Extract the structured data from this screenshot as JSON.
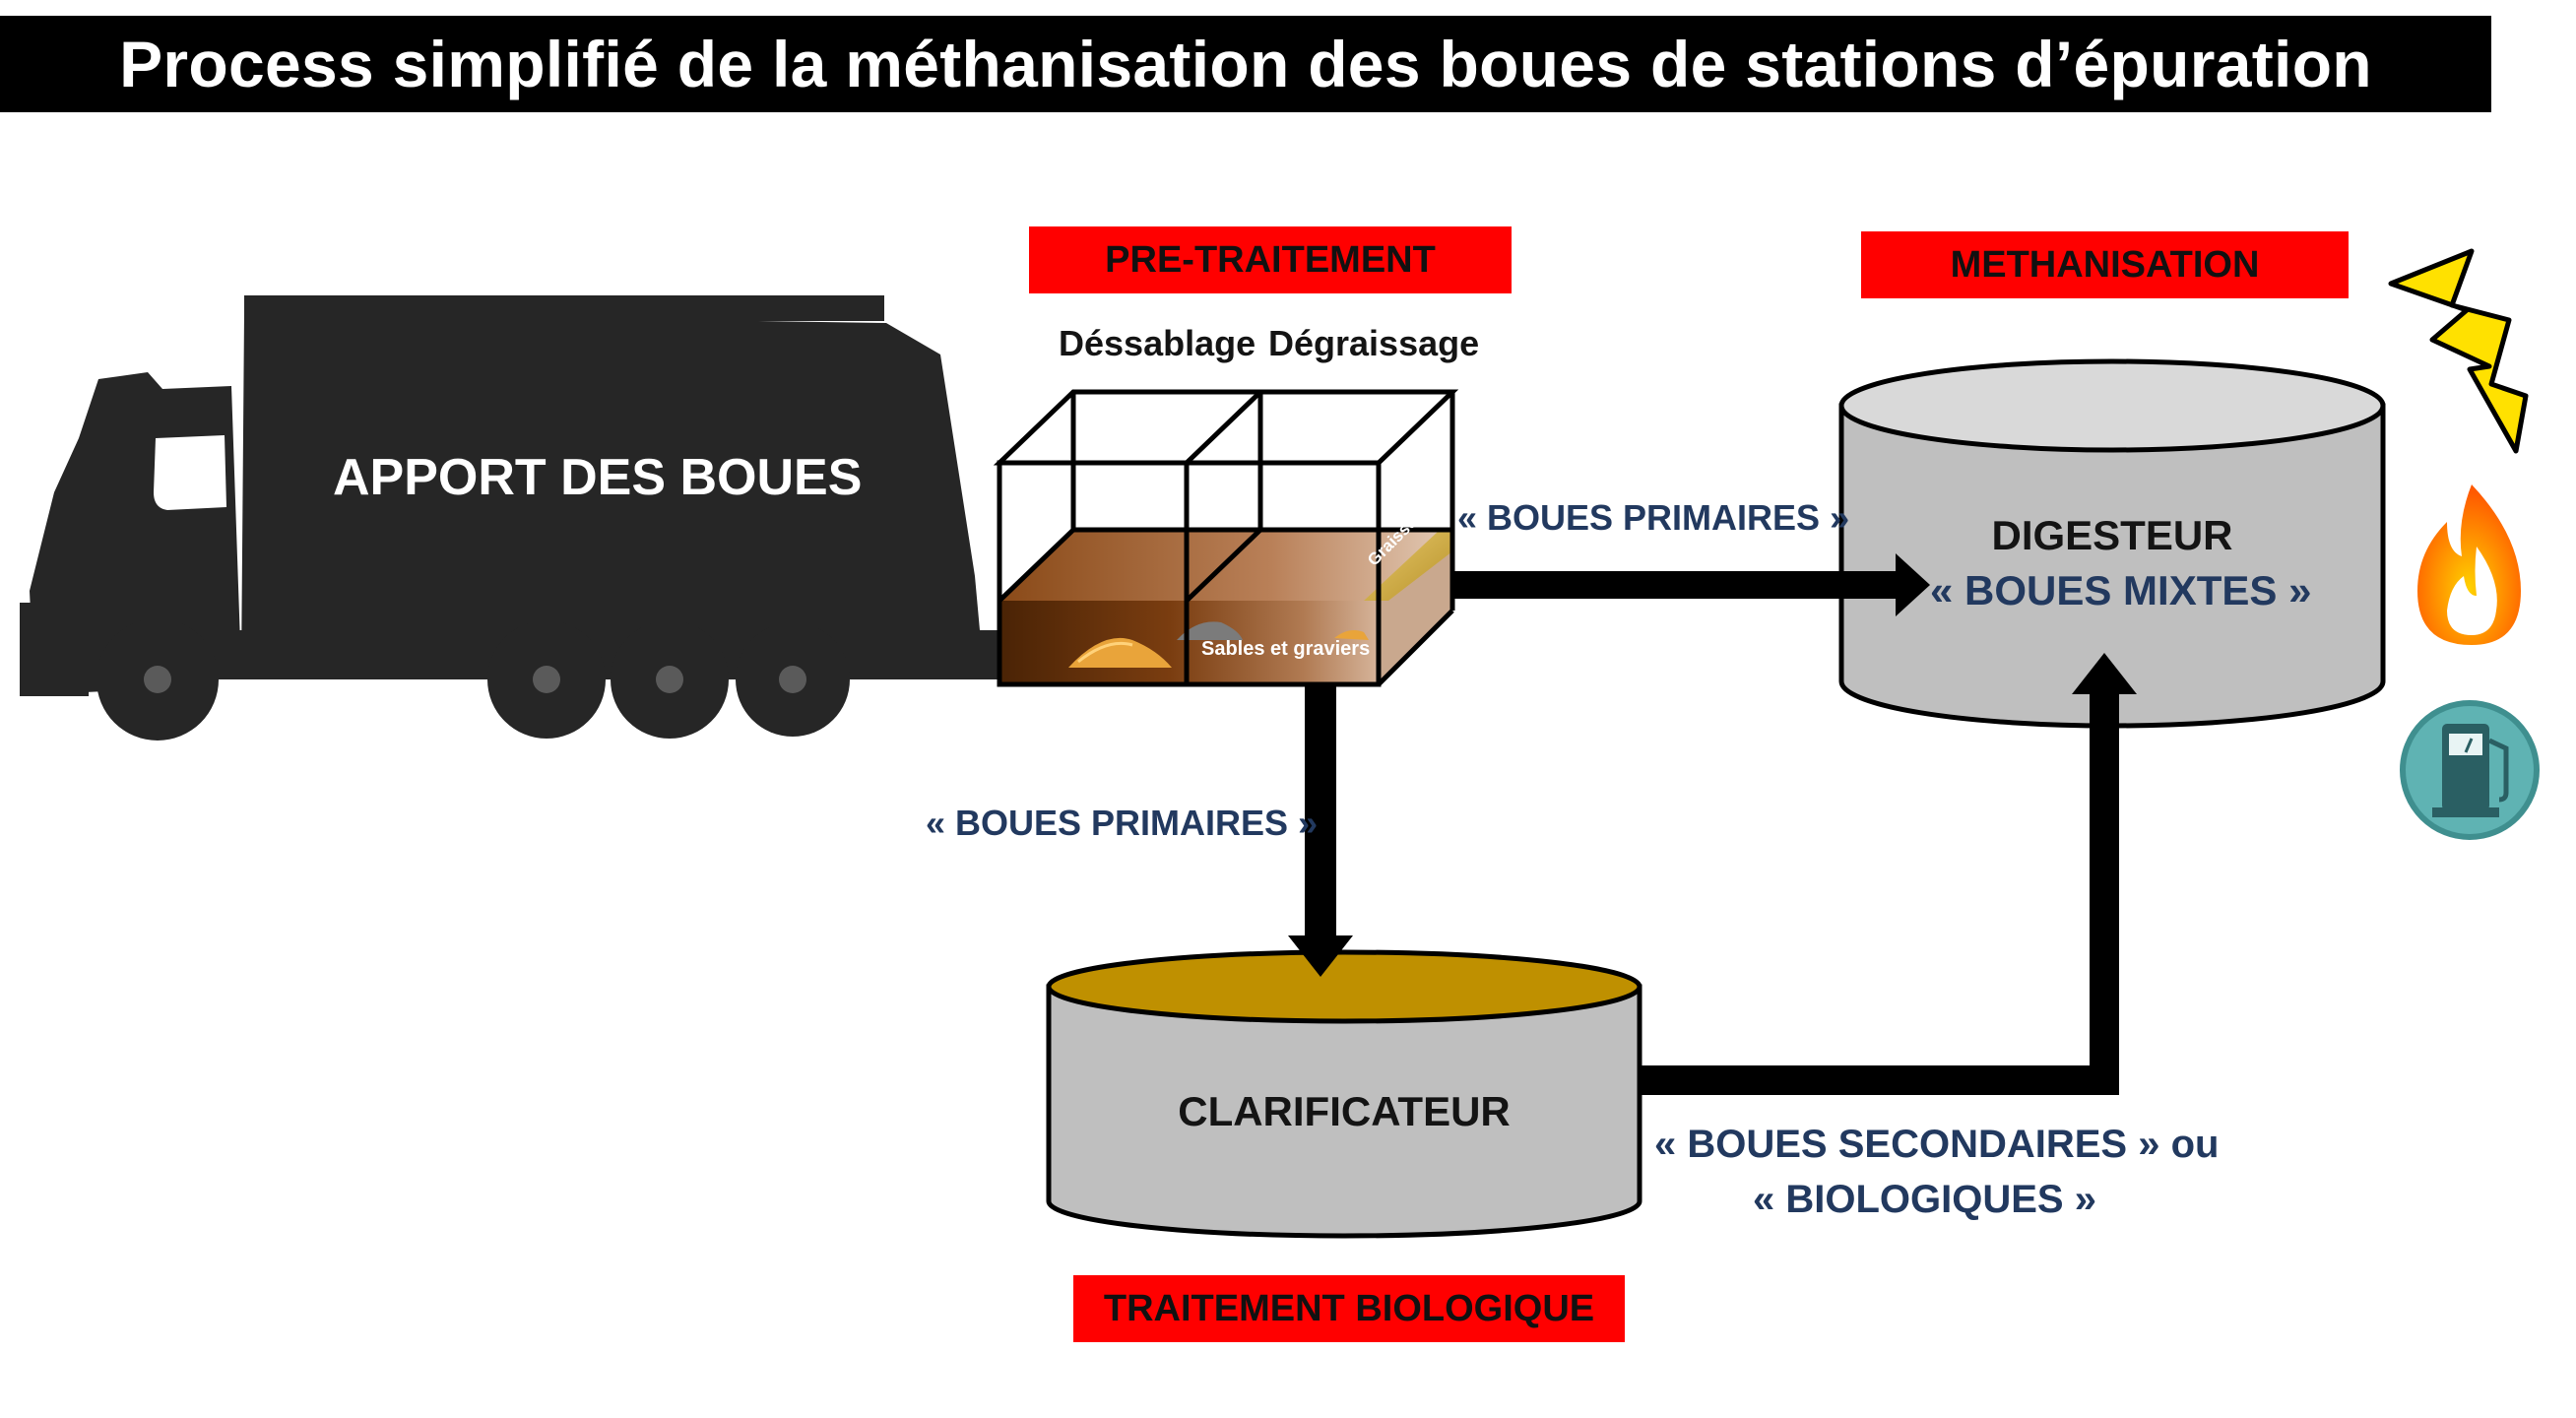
{
  "title": "Process simplifié de la méthanisation des boues de stations d’épuration",
  "truck": {
    "label": "APPORT DES BOUES"
  },
  "pretraitement": {
    "stage_label": "PRE-TRAITEMENT",
    "sub_labels": [
      "Déssablage",
      "Dégraissage"
    ],
    "graisses": "Graisses",
    "sables": "Sables et graviers"
  },
  "methanisation": {
    "stage_label": "METHANISATION"
  },
  "digesteur": {
    "name": "DIGESTEUR",
    "content": "« BOUES MIXTES »"
  },
  "clarificateur": {
    "name": "CLARIFICATEUR"
  },
  "traitement_biologique": {
    "stage_label": "TRAITEMENT BIOLOGIQUE"
  },
  "flows": {
    "to_digesteur": "« BOUES PRIMAIRES »",
    "to_clarificateur": "« BOUES PRIMAIRES »",
    "secondaires_line1": "« BOUES SECONDAIRES » ou",
    "secondaires_line2": "« BIOLOGIQUES »"
  },
  "outputs": [
    "lightning-icon",
    "flame-icon",
    "fuel-pump-icon"
  ],
  "colors": {
    "stage_label_bg": "#ff0000",
    "flow_text": "#22395f",
    "tank_body": "#bfbfbf",
    "clarifier_liquid": "#bf9000",
    "truck": "#262626"
  }
}
